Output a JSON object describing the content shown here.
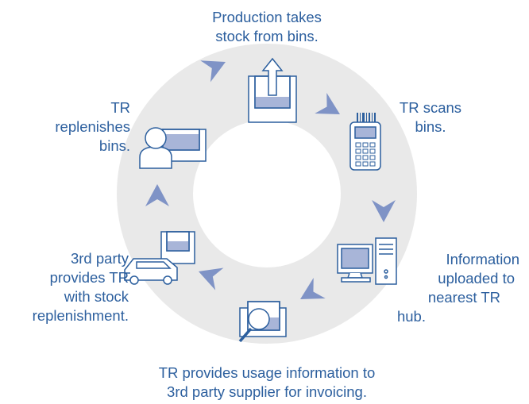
{
  "steps": [
    {
      "id": "production",
      "icon": "bin-with-up-arrow-icon",
      "lines": [
        "Production takes",
        "stock from bins."
      ]
    },
    {
      "id": "scan",
      "icon": "barcode-scanner-icon",
      "lines": [
        "TR scans",
        "bins."
      ]
    },
    {
      "id": "upload",
      "icon": "desktop-computer-icon",
      "lines": [
        "Information",
        "uploaded to",
        "nearest TR",
        "hub."
      ]
    },
    {
      "id": "usage",
      "icon": "magnifier-bin-icon",
      "lines": [
        "TR provides usage information to",
        "3rd party supplier for invoicing."
      ]
    },
    {
      "id": "thirdparty",
      "icon": "delivery-van-bin-icon",
      "lines": [
        "3rd party",
        "provides TR",
        "with stock",
        "replenishment."
      ]
    },
    {
      "id": "replenish",
      "icon": "person-bin-icon",
      "lines": [
        "TR",
        "replenishes",
        "bins."
      ]
    }
  ],
  "colors": {
    "ring": "#e9e9e9",
    "icon_stroke": "#2c5f9e",
    "icon_fill": "#a8b5d8",
    "arrow": "#7f93c6",
    "text": "#2c5f9e"
  }
}
